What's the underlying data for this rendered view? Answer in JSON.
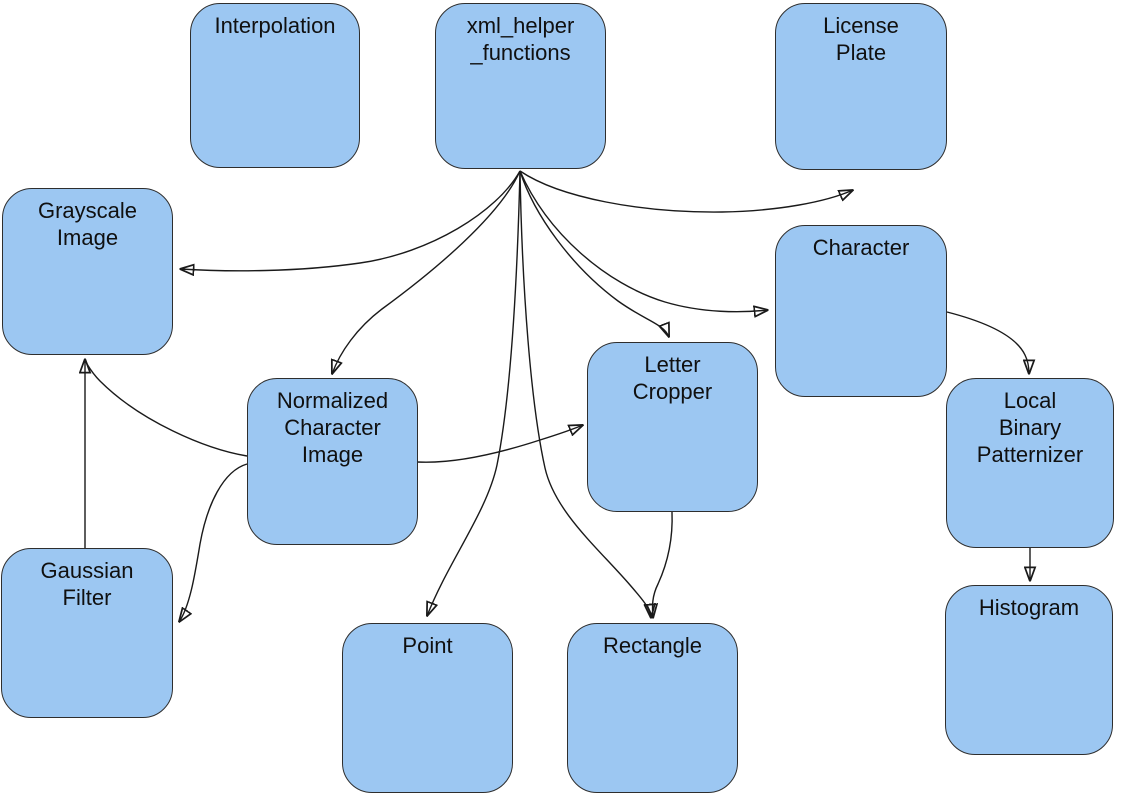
{
  "diagram": {
    "background_color": "#ffffff",
    "node_fill_color": "#9cc7f2",
    "node_border_color": "#2e2e2e",
    "edge_color": "#1a1a1a",
    "nodes": [
      {
        "id": "interpolation",
        "lines": [
          "Interpolation"
        ]
      },
      {
        "id": "xml_helper_functions",
        "lines": [
          "xml_helper",
          "_functions"
        ]
      },
      {
        "id": "license_plate",
        "lines": [
          "License",
          "Plate"
        ]
      },
      {
        "id": "grayscale_image",
        "lines": [
          "Grayscale",
          "Image"
        ]
      },
      {
        "id": "character",
        "lines": [
          "Character"
        ]
      },
      {
        "id": "normalized_character_image",
        "lines": [
          "Normalized",
          "Character",
          "Image"
        ]
      },
      {
        "id": "letter_cropper",
        "lines": [
          "Letter",
          "Cropper"
        ]
      },
      {
        "id": "local_binary_patternizer",
        "lines": [
          "Local",
          "Binary",
          "Patternizer"
        ]
      },
      {
        "id": "gaussian_filter",
        "lines": [
          "Gaussian",
          "Filter"
        ]
      },
      {
        "id": "point",
        "lines": [
          "Point"
        ]
      },
      {
        "id": "rectangle",
        "lines": [
          "Rectangle"
        ]
      },
      {
        "id": "histogram",
        "lines": [
          "Histogram"
        ]
      }
    ],
    "edges": [
      {
        "from": "xml_helper_functions",
        "to": "license_plate"
      },
      {
        "from": "xml_helper_functions",
        "to": "grayscale_image"
      },
      {
        "from": "xml_helper_functions",
        "to": "normalized_character_image"
      },
      {
        "from": "xml_helper_functions",
        "to": "letter_cropper"
      },
      {
        "from": "xml_helper_functions",
        "to": "character"
      },
      {
        "from": "xml_helper_functions",
        "to": "point"
      },
      {
        "from": "xml_helper_functions",
        "to": "rectangle"
      },
      {
        "from": "letter_cropper",
        "to": "rectangle"
      },
      {
        "from": "character",
        "to": "local_binary_patternizer"
      },
      {
        "from": "local_binary_patternizer",
        "to": "histogram"
      },
      {
        "from": "gaussian_filter",
        "to": "grayscale_image"
      },
      {
        "from": "normalized_character_image",
        "to": "grayscale_image"
      },
      {
        "from": "normalized_character_image",
        "to": "gaussian_filter"
      },
      {
        "from": "normalized_character_image",
        "to": "letter_cropper"
      }
    ]
  }
}
